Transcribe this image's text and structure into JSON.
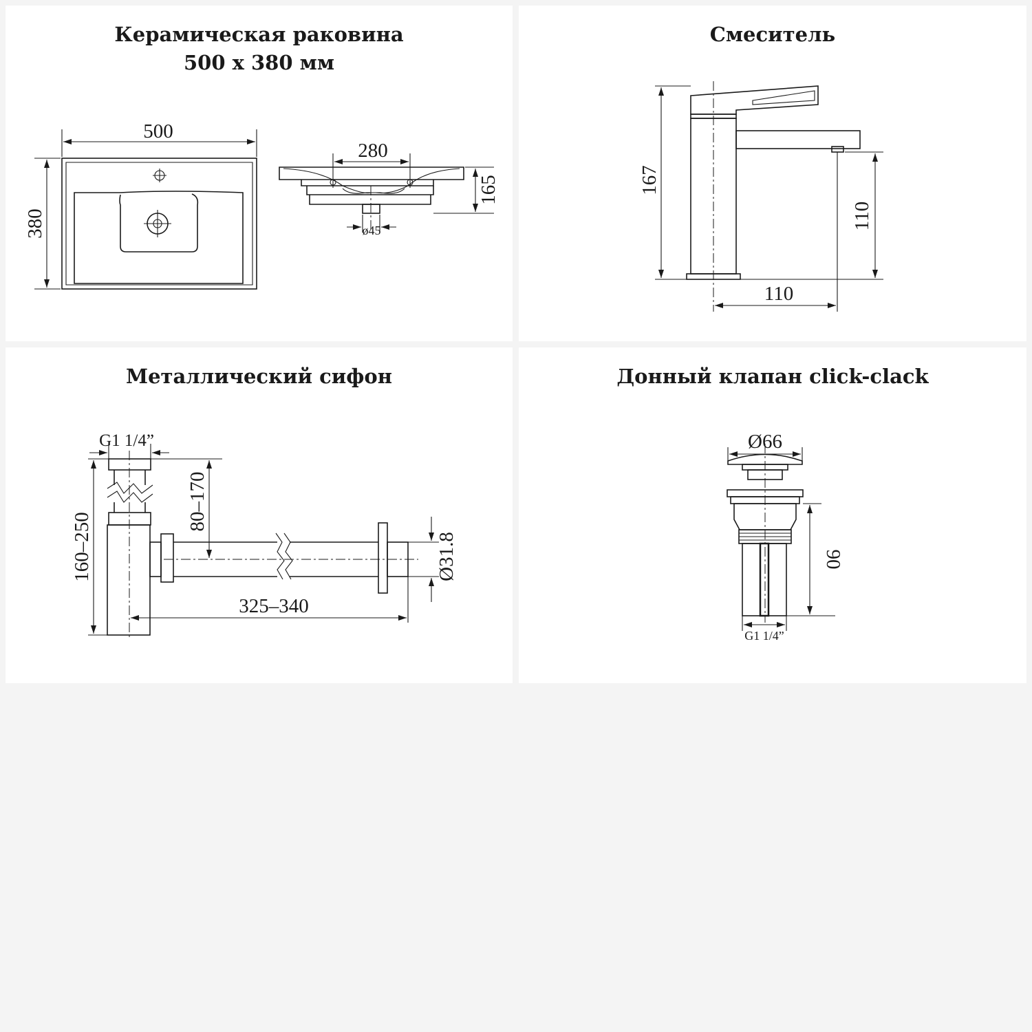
{
  "panels": {
    "sink": {
      "title_line1": "Керамическая раковина",
      "title_line2": "500 х 380 мм",
      "dims": {
        "width": "500",
        "depth": "380",
        "holes": "280",
        "height": "165",
        "drain": "ø45"
      }
    },
    "faucet": {
      "title": "Смеситель",
      "dims": {
        "height": "167",
        "spout_height": "110",
        "reach": "110"
      }
    },
    "siphon": {
      "title": "Металлический сифон",
      "dims": {
        "thread": "G1 1/4”",
        "height": "160–250",
        "inlet": "80–170",
        "length": "325–340",
        "outlet": "Ø31.8"
      }
    },
    "valve": {
      "title": "Донный клапан click-clack",
      "dims": {
        "cap": "Ø66",
        "height": "90",
        "thread": "G1 1/4”"
      }
    }
  },
  "colors": {
    "background": "#f4f4f4",
    "panel": "#ffffff",
    "ink": "#1a1a1a"
  }
}
